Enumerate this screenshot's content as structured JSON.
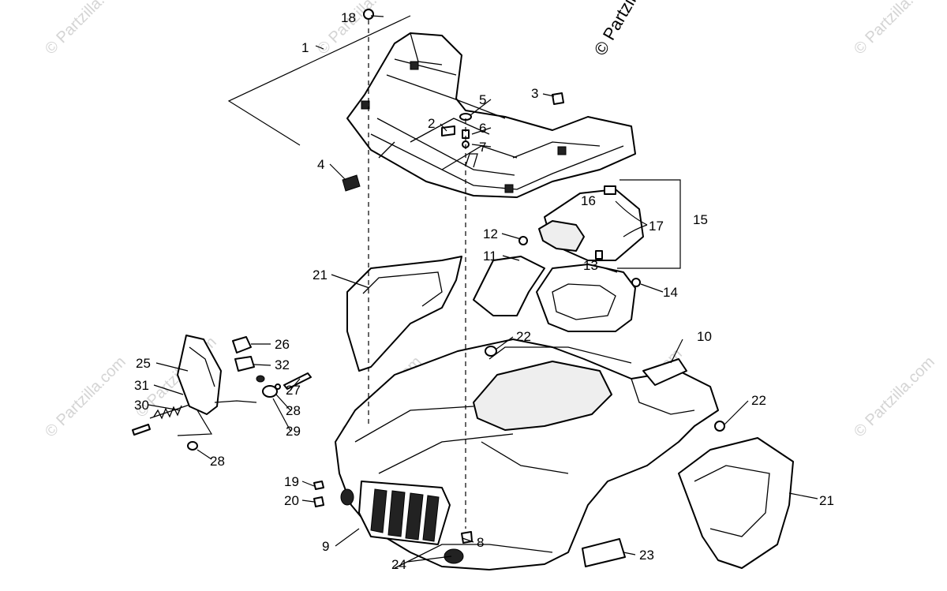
{
  "copyright": "© Partzilla.com",
  "watermark": "© Partzilla.com",
  "callouts": {
    "c1": "1",
    "c2": "2",
    "c3": "3",
    "c4": "4",
    "c5": "5",
    "c6": "6",
    "c7": "7",
    "c8": "8",
    "c9": "9",
    "c10": "10",
    "c11": "11",
    "c12": "12",
    "c13": "13",
    "c14": "14",
    "c15": "15",
    "c16": "16",
    "c17": "17",
    "c18": "18",
    "c19": "19",
    "c20": "20",
    "c21a": "21",
    "c21b": "21",
    "c22a": "22",
    "c22b": "22",
    "c23": "23",
    "c24": "24",
    "c25": "25",
    "c26": "26",
    "c27": "27",
    "c28a": "28",
    "c28b": "28",
    "c29": "29",
    "c30": "30",
    "c31": "31",
    "c32": "32"
  }
}
